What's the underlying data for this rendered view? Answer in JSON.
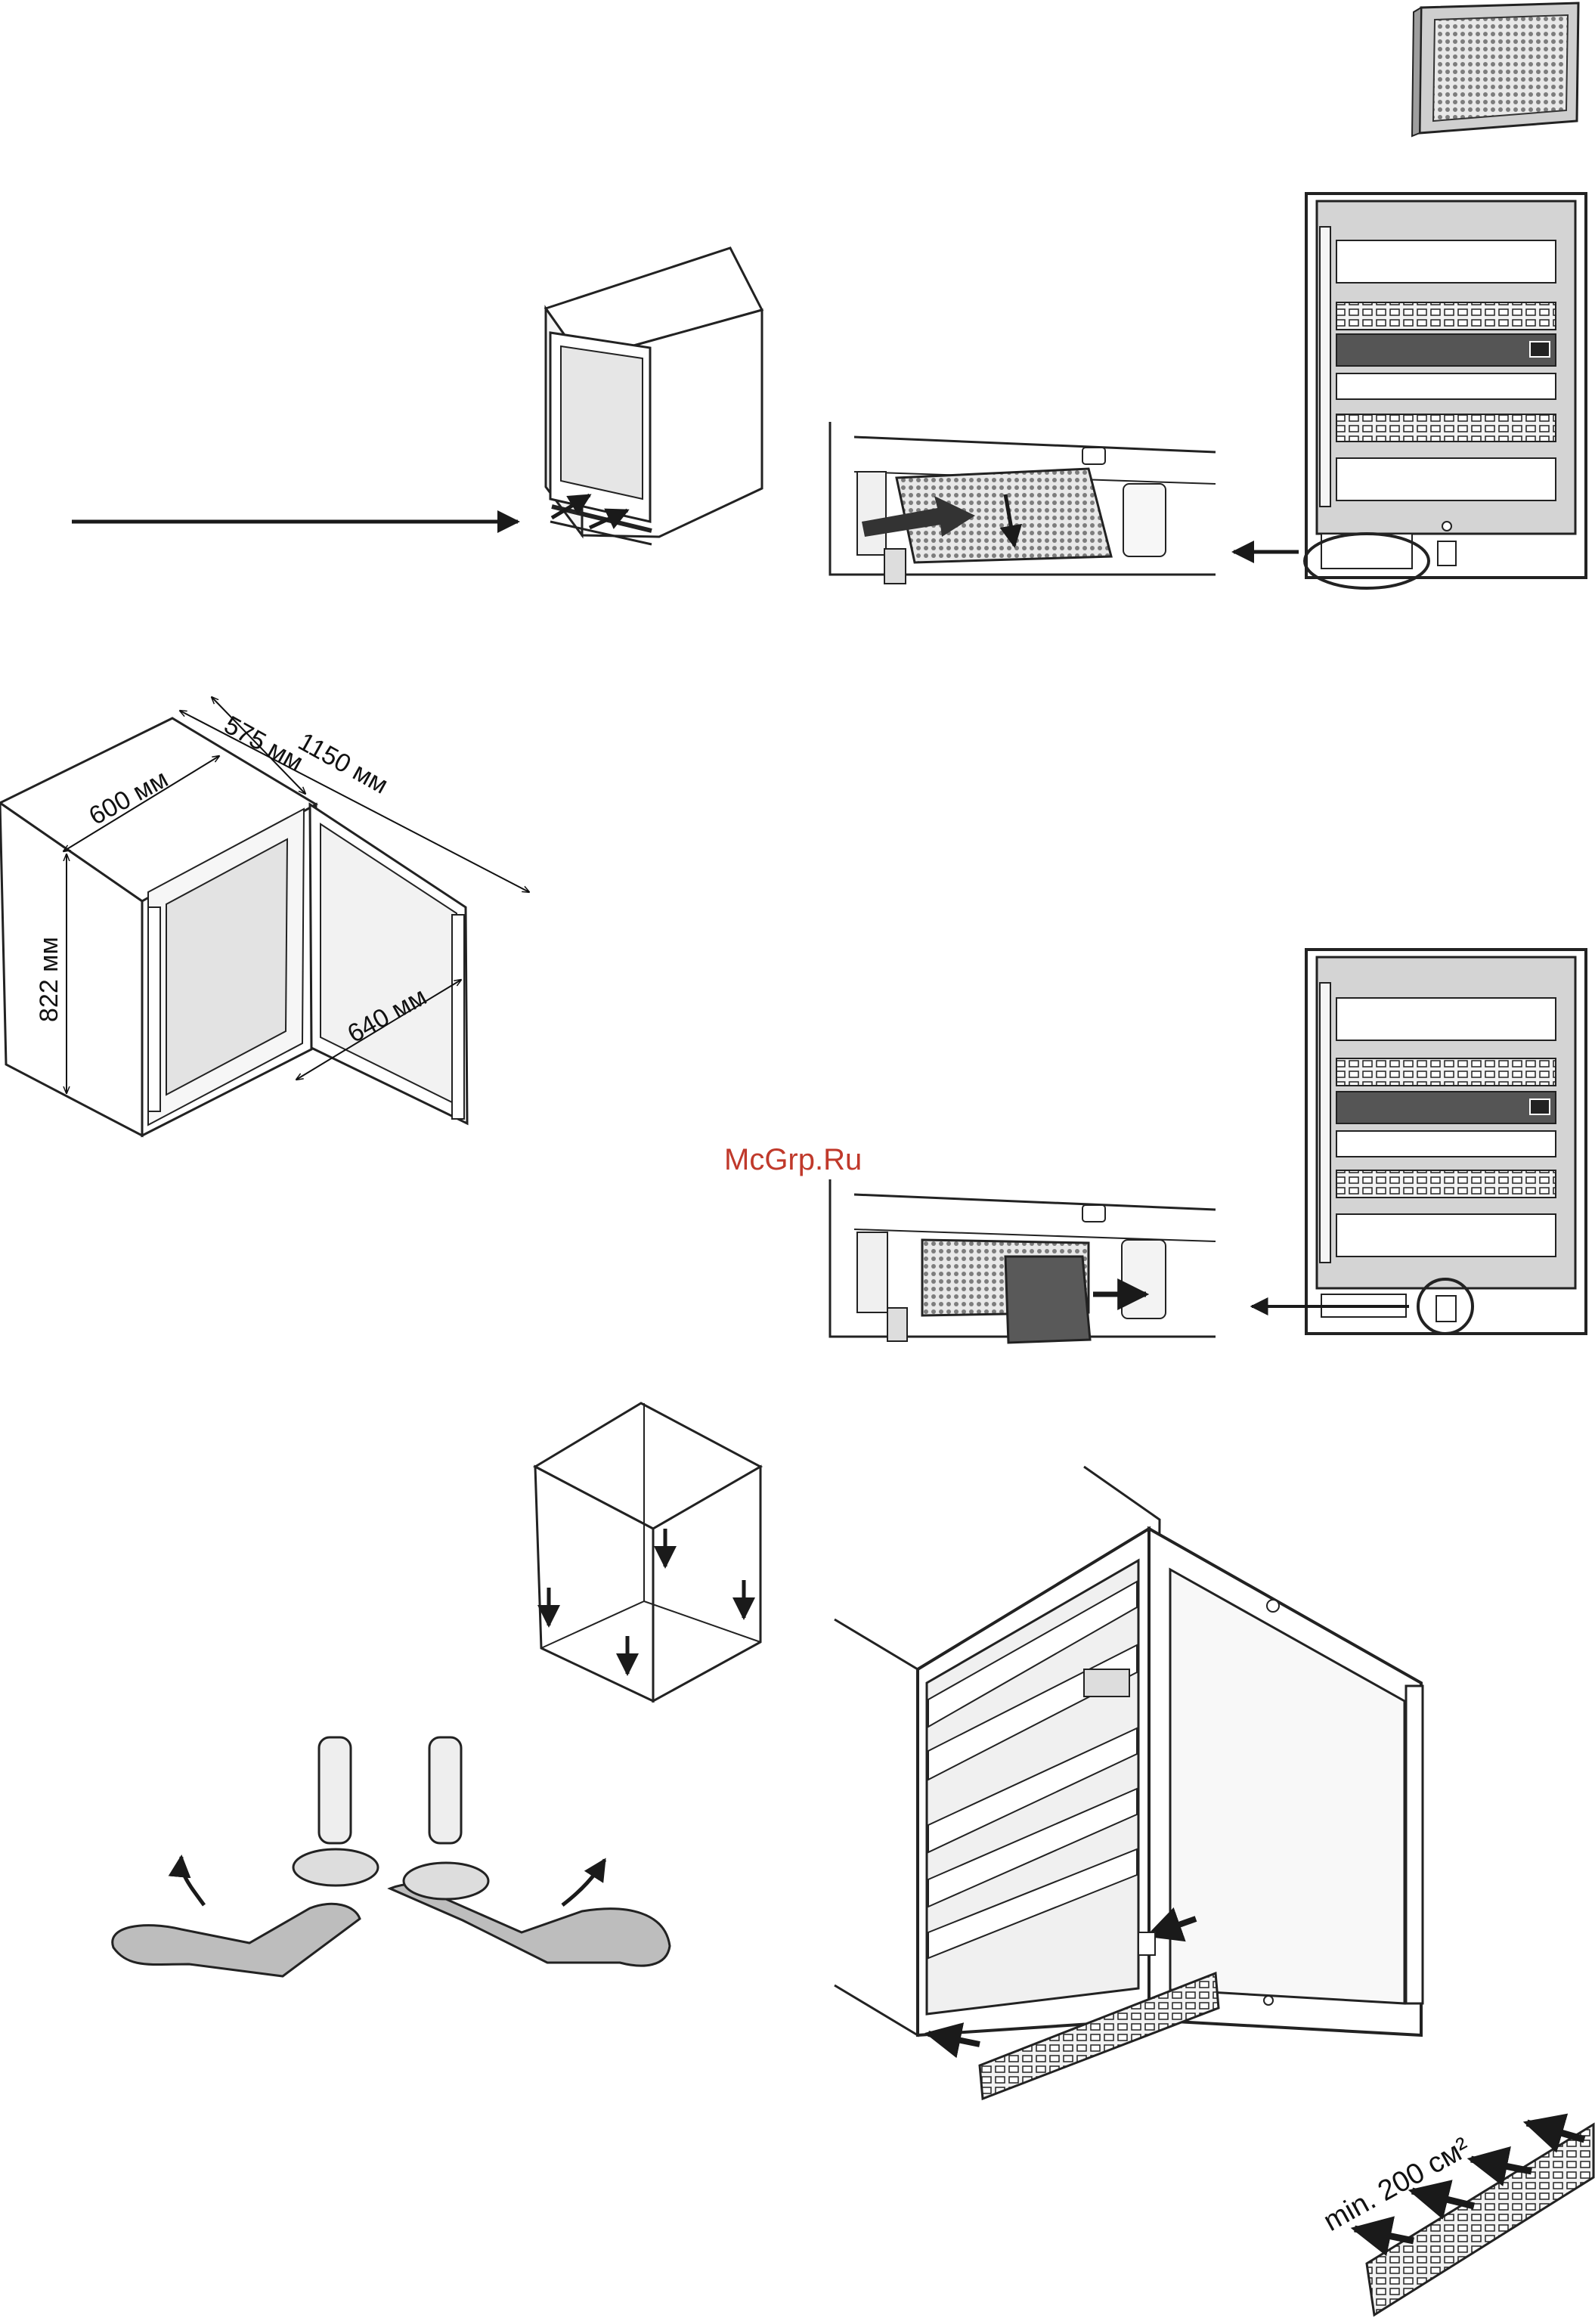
{
  "dimensions": {
    "depth_label": "575 мм",
    "total_depth_label": "1150 мм",
    "width_label": "600 мм",
    "height_label": "822 мм",
    "door_label": "640 мм"
  },
  "ventilation": {
    "label": "min. 200 см²"
  },
  "watermark": "McGrp.Ru",
  "colors": {
    "line": "#1a1a1a",
    "grey_fill": "#bdbdbd",
    "dark_fill": "#5a5a5a",
    "watermark": "#c0392b"
  }
}
